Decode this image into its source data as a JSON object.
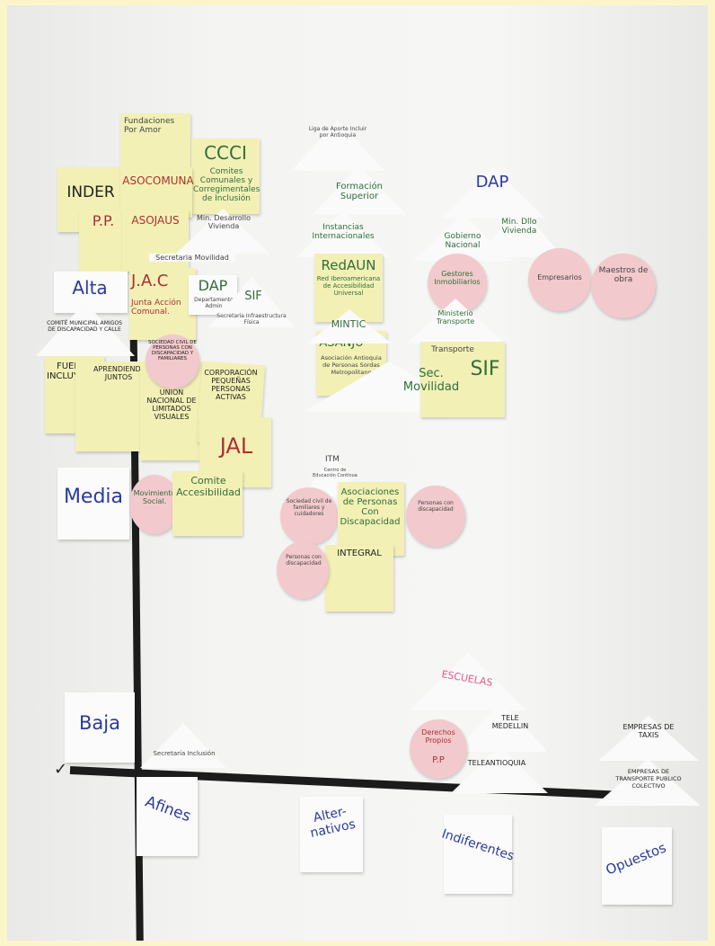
{
  "levels": {
    "high": "Alta",
    "medium": "Media",
    "low": "Baja"
  },
  "categories": {
    "affine": "Afines",
    "alternative": "Alter-\nnativos",
    "indifferent": "Indiferentes",
    "opposed": "Opuestos"
  },
  "notes": {
    "fundaciones": "Fundaciones Por Amor",
    "ccci": "CCCI",
    "ccci_sub": "Comites Comunales y Corregimentales de Inclusión",
    "inder": "INDER",
    "asocomuna": "ASOCOMUNA",
    "pp": "P.P.",
    "asojaus": "ASOJAUS",
    "min_desarrollo": "Min. Desarrollo Vivienda",
    "sec_movilidad_top": "Secretaria Movilidad",
    "alta": "Alta",
    "jac": "J.A.C",
    "junta": "Junta Acción Comunal.",
    "dap_left": "DAP",
    "dap_left_sub": "Departamento Admin",
    "sif_left": "SIF",
    "sif_left_sub": "Secretaria Infraestructura Física",
    "comite_municipal": "COMITÉ MUNICIPAL AMIGOS DE DISCAPACIDAD Y CALLE",
    "sociedad_civil": "SOCIEDAD CIVIL DE PERSONAS CON DISCAPACIDAD Y FAMILIARES",
    "fuerza": "FUERZA INCLUYENTE",
    "aprendiendo": "APRENDIENDO JUNTOS",
    "corporacion": "CORPORACIÓN PEQUEÑAS PERSONAS ACTIVAS",
    "union": "UNION NACIONAL DE LIMITADOS VISUALES",
    "jal": "JAL",
    "lig_aporte": "Liga de Aporte Incluir por Antioquia",
    "formacion": "Formación Superior",
    "instancias": "Instancias Internacionales",
    "redaun": "RedAUN",
    "redaun_sub": "Red Iberoamericana de Accesibilidad Universal",
    "mintic": "MINTIC",
    "asanju": "ASANJU",
    "asanju_sub": "Asociación Antioquia de Personas Sordas Metropolitano",
    "dap_right": "DAP",
    "min_vivienda": "Min. Dllo Vivienda",
    "gobierno": "Gobierno Nacional",
    "gestores": "Gestores Inmobiliarios",
    "empresarios": "Empresarios",
    "maestros": "Maestros de obra",
    "ministerio": "Ministerio Transporte",
    "transporte": "Transporte",
    "sif_right": "SIF",
    "sec_movilidad": "Sec. Movilidad",
    "media": "Media",
    "movimiento": "Movimiento Social.",
    "comite_acc": "Comite Accesibilidad",
    "itm": "ITM",
    "itm_sub": "Centro de Educación Continua",
    "sociedad_civil_mid": "Sociedad civil de familiares y cuidadores",
    "asociaciones": "Asociaciones de Personas Con Discapacidad",
    "personas_disc": "Personas con discapacidad",
    "personas_disc2": "Personas con discapacidad",
    "integral": "INTEGRAL",
    "escuelas": "ESCUELAS",
    "tele_medellin": "TELE MEDELLIN",
    "teleantioquia": "TELEANTIOQUIA",
    "derechos": "Derechos Propios",
    "derechos_pp": "P.P",
    "empresas_taxis": "EMPRESAS DE TAXIS",
    "empresas_transporte": "EMPRESAS DE TRANSPORTE PUBLICO COLECTIVO",
    "baja": "Baja",
    "sec_inclusion": "Secretaría Inclusión"
  }
}
